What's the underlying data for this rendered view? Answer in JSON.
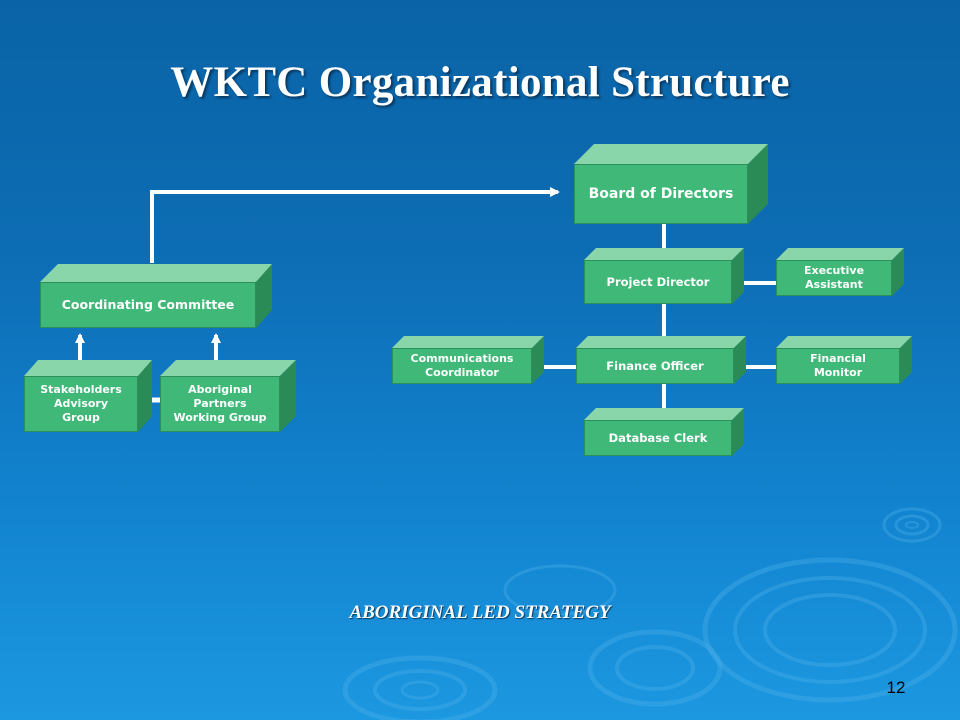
{
  "slide": {
    "title": "WKTC Organizational Structure",
    "strategy_text": "ABORIGINAL LED STRATEGY",
    "page_number": "12"
  },
  "org_chart": {
    "nodes": {
      "board": "Board of Directors",
      "project_director": "Project Director",
      "executive_assistant": "Executive\nAssistant",
      "finance_officer": "Finance Officer",
      "communications_coordinator": "Communications\nCoordinator",
      "financial_monitor": "Financial\nMonitor",
      "database_clerk": "Database Clerk",
      "coordinating_committee": "Coordinating Committee",
      "stakeholders_advisory_group": "Stakeholders\nAdvisory\nGroup",
      "aboriginal_partners_working_group": "Aboriginal\nPartners\nWorking Group"
    }
  },
  "colors": {
    "box_front": "#3fb878",
    "box_top": "#8ad6ab",
    "box_side": "#2a8b57",
    "connector": "#ffffff",
    "background": "#0d6db4"
  }
}
